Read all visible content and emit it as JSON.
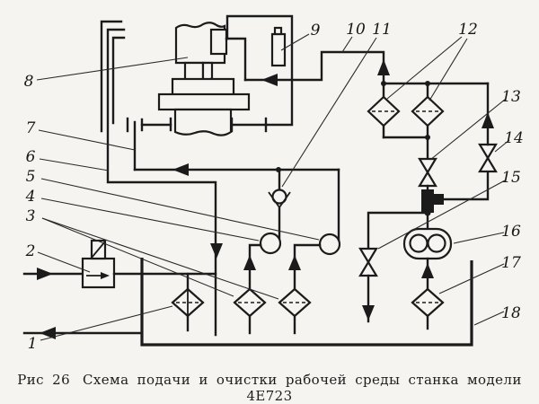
{
  "colors": {
    "paper": "#f5f4f1",
    "ink": "#1b1b1b"
  },
  "caption": {
    "label": "Рис 26",
    "title": "Схема подачи и очистки рабочей среды станка модели 4Е723"
  },
  "callouts": {
    "c1": "1",
    "c2": "2",
    "c3": "3",
    "c4": "4",
    "c5": "5",
    "c6": "6",
    "c7": "7",
    "c8": "8",
    "c9": "9",
    "c10": "10",
    "c11": "11",
    "c12": "12",
    "c13": "13",
    "c14": "14",
    "c15": "15",
    "c16": "16",
    "c17": "17",
    "c18": "18"
  }
}
